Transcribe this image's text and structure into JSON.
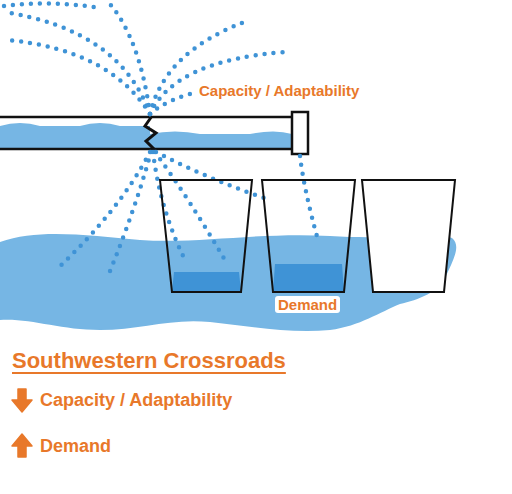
{
  "diagram": {
    "title": "Southwestern Crossroads",
    "labels": [
      "Capacity / Adaptability",
      "Demand"
    ],
    "legend": [
      {
        "text": "Capacity / Adaptability"
      },
      {
        "text": "Demand"
      }
    ]
  }
}
